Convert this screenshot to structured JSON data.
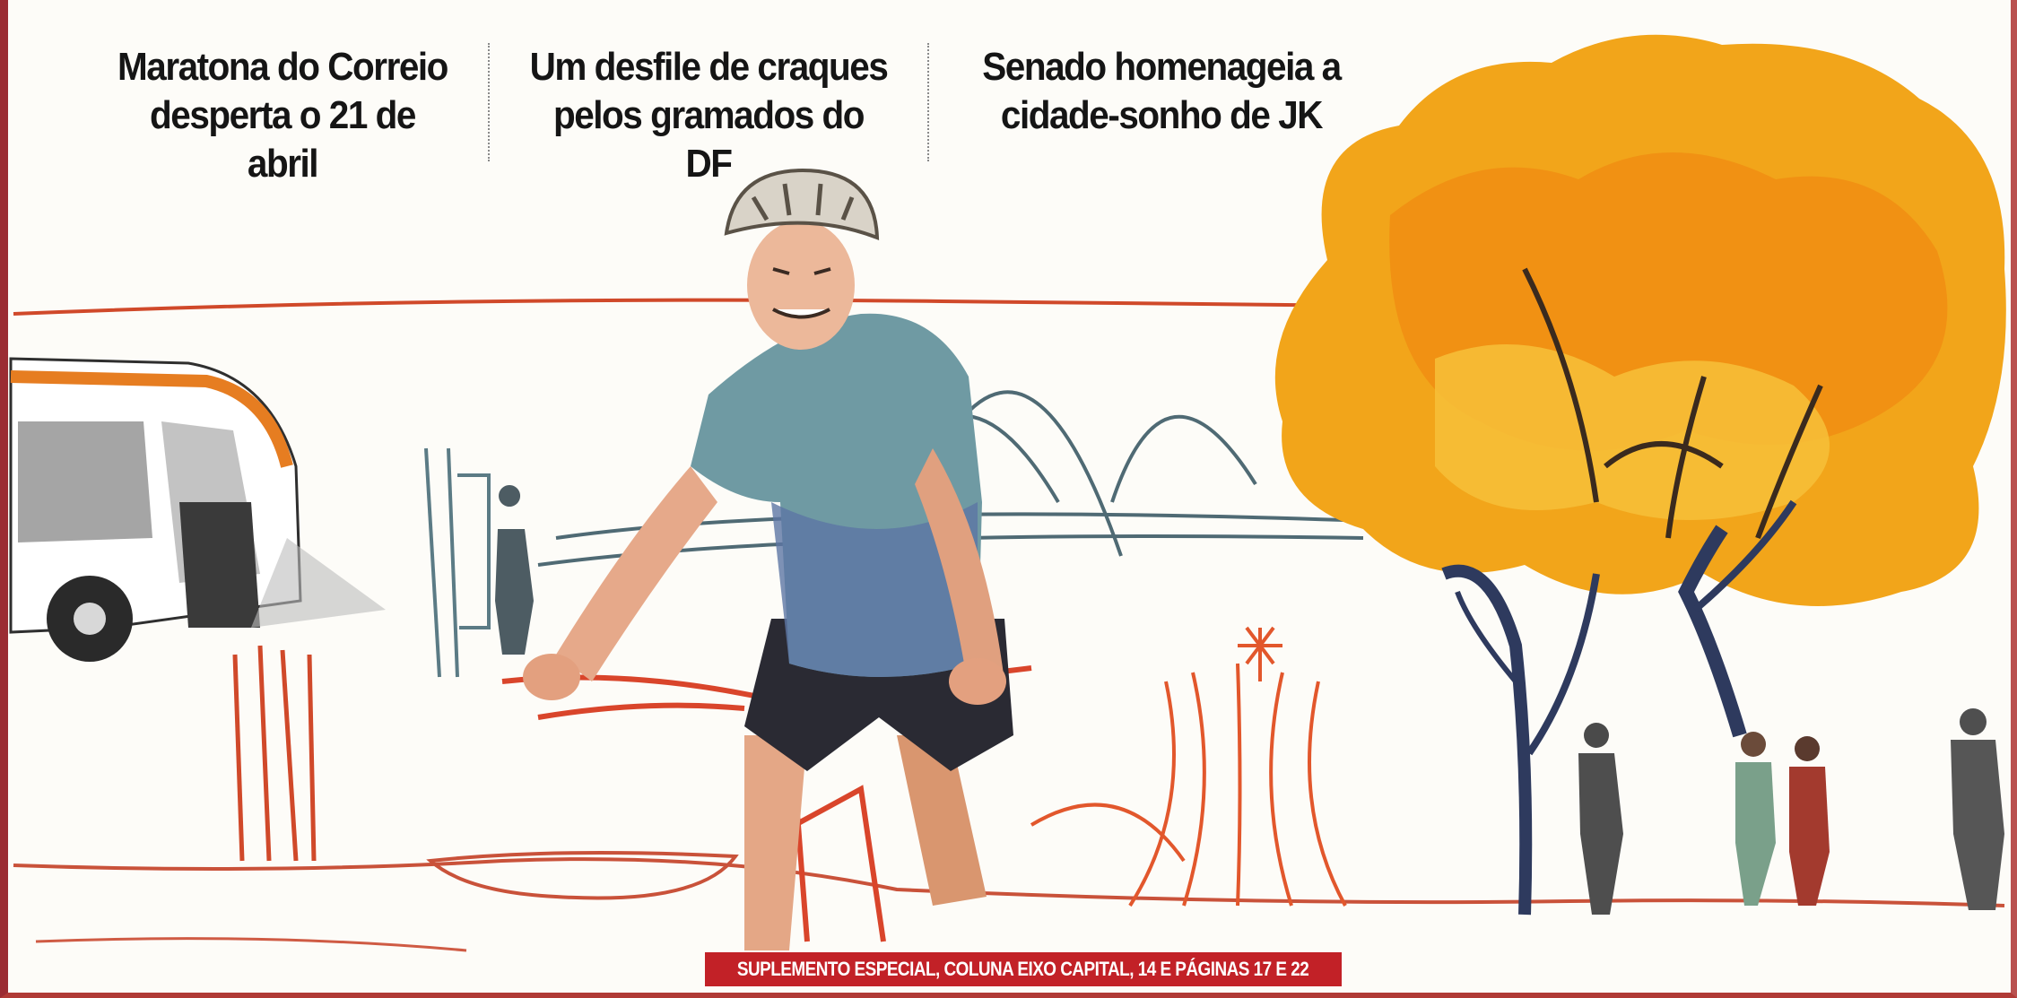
{
  "headlines": [
    {
      "line1": "Maratona do Correio",
      "line2": "desperta o 21 de abril"
    },
    {
      "line1": "Um desfile de craques",
      "line2": "pelos gramados do DF"
    },
    {
      "line1": "Senado homenageia a",
      "line2": "cidade-sonho de JK"
    }
  ],
  "banner": {
    "text": "SUPLEMENTO ESPECIAL, COLUNA EIXO CAPITAL, 14 E PÁGINAS 17 E 22"
  },
  "colors": {
    "frame": "#9b2c33",
    "banner": "#c22127",
    "tree_foliage": "#f2a51a",
    "shirt": "#6f9aa3",
    "sketch_line": "#d0492a"
  },
  "illustration": {
    "elements": [
      "cyclist",
      "bus",
      "ipe-tree",
      "cathedral-sketch",
      "congress-arches",
      "pedestrians"
    ]
  }
}
